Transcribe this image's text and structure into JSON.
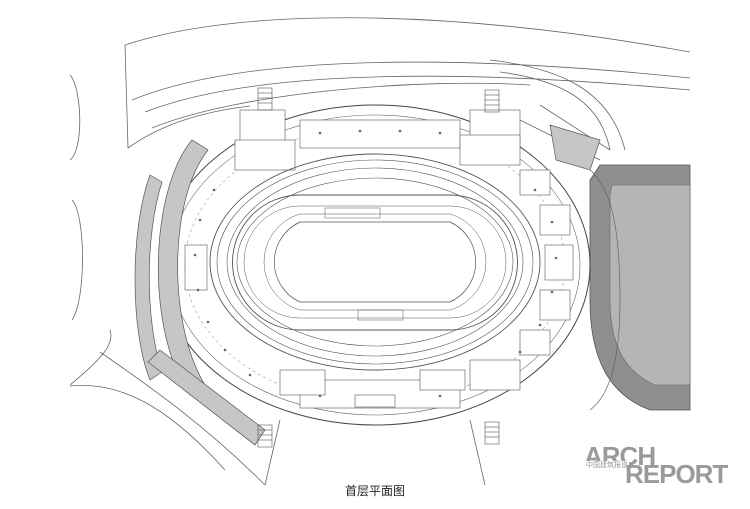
{
  "caption": "首层平面图",
  "logo": {
    "line1": "ARCH",
    "subtitle": "中国建筑报道",
    "line2": "REPORT"
  },
  "colors": {
    "line": "#555555",
    "fill_grey": "#c6c6c6",
    "fill_dark": "#8f8f8f",
    "logo": "#9a9a9a"
  }
}
